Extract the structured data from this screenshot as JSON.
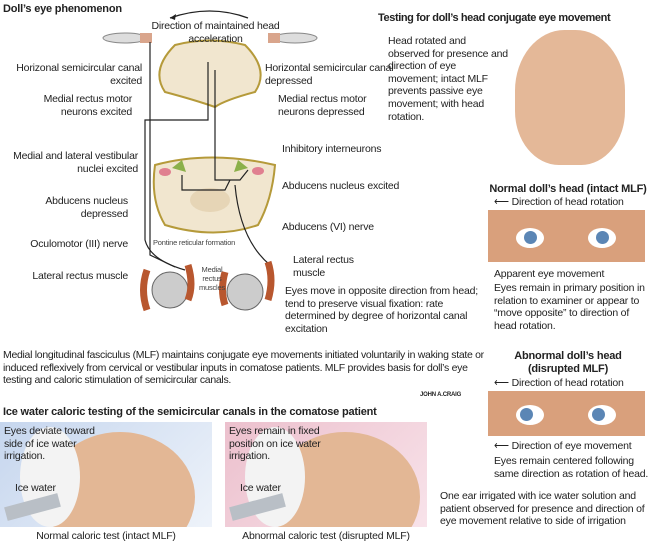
{
  "left_diagram": {
    "title": "Doll’s eye phenomenon",
    "direction_label": "Direction of maintained head acceleration",
    "canal_excited": "Horizonal semicircular canal excited",
    "canal_depressed": "Horizontal semicircular canal depressed",
    "mr_excited": "Medial rectus motor neurons excited",
    "mr_depressed": "Medial rectus motor neurons depressed",
    "vestibular": "Medial and lateral vestibular nuclei excited",
    "inhibitory": "Inhibitory interneurons",
    "abducens_excited": "Abducens nucleus excited",
    "abducens_depressed": "Abducens nucleus depressed",
    "abducens_nerve": "Abducens (VI) nerve",
    "pontine": "Pontine reticular formation",
    "oculomotor": "Oculomotor (III) nerve",
    "lr_left": "Lateral rectus muscle",
    "lr_right": "Lateral rectus muscle",
    "mr_muscles": "Medial rectus muscles",
    "eyes_move": "Eyes move in opposite direction from head; tend to preserve visual fixation: rate determined by degree of horizontal canal excitation",
    "mlf_paragraph": "Medial longitudinal fasciculus (MLF) maintains conjugate eye movements initiated voluntarily in waking state or induced reflexively from cervical or vestibular inputs in comatose patients. MLF provides basis for doll’s eye testing and caloric stimulation of semicircular canals.",
    "signature": "JOHN A.CRAIG"
  },
  "caloric": {
    "title": "Ice water caloric testing of the semicircular canals in the comatose patient",
    "normal_text": "Eyes deviate toward side of ice water irrigation.",
    "abnormal_text": "Eyes remain in fixed position on ice water irrigation.",
    "ice_water": "Ice water",
    "normal_caption": "Normal caloric test (intact MLF)",
    "abnormal_caption": "Abnormal caloric test (disrupted MLF)",
    "description": "One ear irrigated with ice water solution and patient observed for presence and direction of eye movement relative to side of irrigation"
  },
  "right_column": {
    "title": "Testing for doll’s head conjugate eye movement",
    "intro": "Head rotated and observed for presence and direction of eye movement; intact MLF prevents passive eye movement; with head rotation.",
    "normal_title": "Normal doll’s head (intact MLF)",
    "normal_rotation": "Direction of head rotation",
    "normal_movement": "Apparent eye movement",
    "normal_text": "Eyes remain in primary position in relation to examiner or appear to “move opposite” to direction of head rotation.",
    "abnormal_title": "Abnormal doll’s head (disrupted MLF)",
    "abnormal_rotation": "Direction of head rotation",
    "abnormal_movement": "Direction of eye movement",
    "abnormal_text": "Eyes remain centered following same direction as rotation of head."
  },
  "colors": {
    "brainstem": "#f1e6cf",
    "nucleus_green": "#8bb04a",
    "muscle": "#b8572f",
    "blue_bg": "#cfdcef",
    "pink_bg": "#efc7d2"
  }
}
